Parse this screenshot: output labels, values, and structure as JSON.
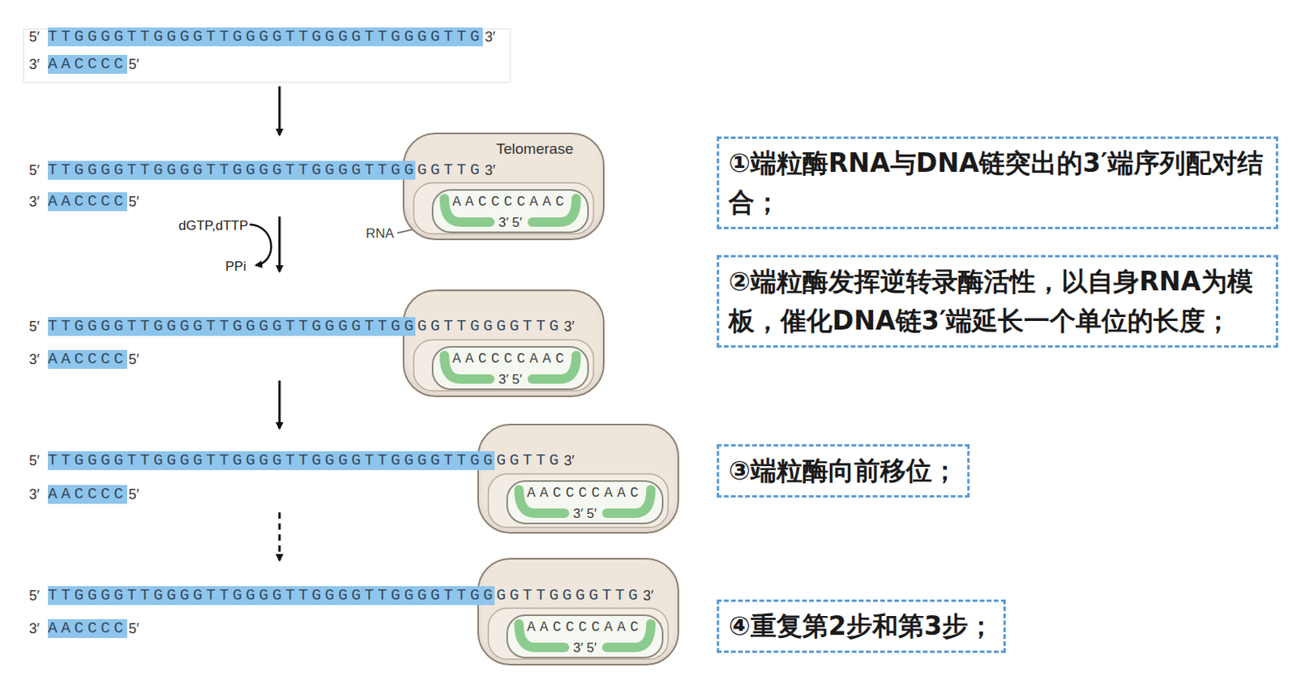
{
  "diagram": {
    "nodes": [
      {
        "text": [
          "Telomerase"
        ]
      },
      {
        "text": [
          "AACCCCAAC",
          "3′ 5′"
        ],
        "in": 0
      },
      {
        "text": [
          "①端粒酶RNA与DNA链突出的3′端序列配对结合；"
        ]
      },
      {
        "text": []
      },
      {
        "text": [
          "AACCCCAAC",
          "3′ 5′"
        ],
        "in": 3
      },
      {
        "text": [
          "②端粒酶发挥逆转录酶活性，以自身RNA为模板，催化DNA链3′端延长一个单位的长度；"
        ]
      },
      {
        "text": []
      },
      {
        "text": [
          "AACCCCAAC",
          "3′ 5′"
        ],
        "in": 6
      },
      {
        "text": [
          "③端粒酶向前移位；"
        ]
      },
      {
        "text": []
      },
      {
        "text": [
          "AACCCCAAC",
          "3′ 5′"
        ],
        "in": 9
      },
      {
        "text": [
          "④重复第2步和第3步；"
        ]
      }
    ],
    "labels": [
      "5′",
      "TTGGGGTTGGGGTTGGGGTTGGGGTTGGGGTTG",
      "3′",
      "3′",
      "AACCCC",
      "5′",
      "5′",
      "TTGGGGTTGGGGTTGGGGTTGGGGTTGGGGTTG",
      "3′",
      "3′",
      "AACCCC",
      "5′",
      "dGTP,dTTP",
      "PPi",
      "RNA",
      "5′",
      "TTGGGGTTGGGGTTGGGGTTGGGGTTGGGGTTGGGGTTG",
      "3′",
      "3′",
      "AACCCC",
      "5′",
      "5′",
      "TTGGGGTTGGGGTTGGGGTTGGGGTTGGGGTTGGGGTTG",
      "3′",
      "3′",
      "AACCCC",
      "5′",
      "5′",
      "TTGGGGTTGGGGTTGGGGTTGGGGTTGGGGTTGGGGTTGGGGTTG",
      "3′",
      "3′",
      "AACCCC",
      "5′"
    ]
  }
}
